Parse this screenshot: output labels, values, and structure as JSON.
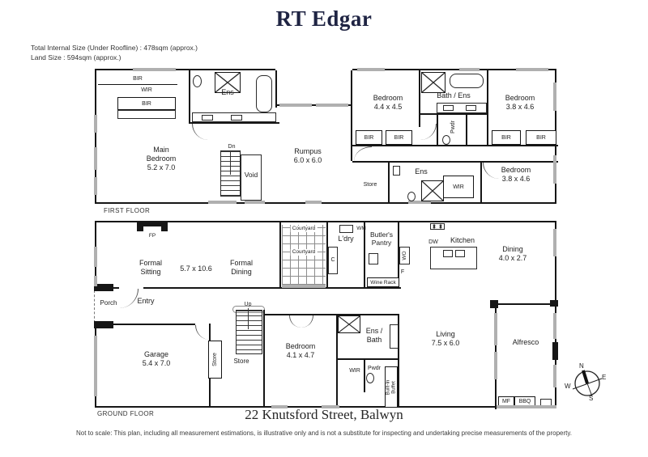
{
  "colors": {
    "brand_navy": "#1f2443",
    "wall_black": "#161616",
    "window_gray": "#b0b0b0",
    "text": "#1d1d1d"
  },
  "header": {
    "brand": "RT Edgar",
    "size_line1": "Total Internal Size (Under Roofline) : 478sqm (approx.)",
    "size_line2": "Land Size : 594sqm (approx.)"
  },
  "ff": {
    "label": "FIRST FLOOR",
    "bir": "BIR",
    "wir": "WIR",
    "ens": "Ens",
    "dn": "Dn",
    "void": "Void",
    "store": "Store",
    "pwdr": "Pwdr",
    "main_bedroom": {
      "line1": "Main",
      "line2": "Bedroom",
      "dim": "5.2 x 7.0"
    },
    "rumpus": {
      "name": "Rumpus",
      "dim": "6.0 x 6.0"
    },
    "bedroom_a": {
      "name": "Bedroom",
      "dim": "4.4 x 4.5"
    },
    "bath_ens": "Bath / Ens",
    "bedroom_b": {
      "name": "Bedroom",
      "dim": "3.8 x 4.6"
    },
    "bedroom_c": {
      "name": "Bedroom",
      "dim": "3.8 x 4.6"
    }
  },
  "gf": {
    "label": "GROUND FLOOR",
    "formal_sitting": {
      "line1": "Formal",
      "line2": "Sitting"
    },
    "main_dim": "5.7 x 10.6",
    "formal_dining": {
      "line1": "Formal",
      "line2": "Dining"
    },
    "fp": "FP",
    "courtyard": "Courtyard",
    "wm": "WM",
    "ldry": "L'dry",
    "c": "C",
    "butlers_pantry": {
      "line1": "Butler's",
      "line2": "Pantry"
    },
    "wine_rack": "Wine Rack",
    "wo": "WO",
    "f": "F",
    "dw": "DW",
    "kitchen": "Kitchen",
    "dining": {
      "name": "Dining",
      "dim": "4.0 x 2.7"
    },
    "porch": "Porch",
    "entry": "Entry",
    "garage": {
      "name": "Garage",
      "dim": "5.4 x 7.0"
    },
    "store": "Store",
    "up": "Up",
    "bedroom": {
      "name": "Bedroom",
      "dim": "4.1 x 4.7"
    },
    "ens_bath": {
      "line1": "Ens /",
      "line2": "Bath"
    },
    "wir": "WIR",
    "pwdr": "Pwdr",
    "buffet": {
      "line1": "Built-In",
      "line2": "Buffet"
    },
    "living": {
      "name": "Living",
      "dim": "7.5 x 6.0"
    },
    "alfresco": "Alfresco",
    "mf": "MF",
    "bbq": "BBQ"
  },
  "compass": {
    "n": "N",
    "e": "E",
    "s": "S",
    "w": "W"
  },
  "footer": {
    "address": "22 Knutsford Street, Balwyn",
    "disclaimer": "Not to scale: This plan, including all measurement estimations, is illustrative only and is not a substitute for inspecting and undertaking precise measurements of the property."
  }
}
